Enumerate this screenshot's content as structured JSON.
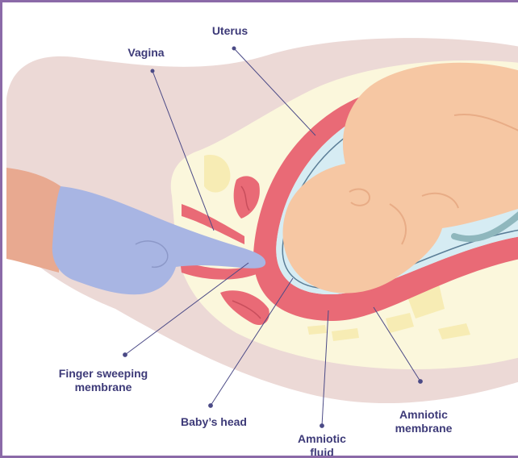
{
  "labels": {
    "uterus": "Uterus",
    "vagina": "Vagina",
    "finger": "Finger sweeping\nmembrane",
    "head": "Baby’s head",
    "fluid": "Amniotic\nfluid",
    "membrane": "Amniotic\nmembrane"
  },
  "colors": {
    "frame": "#8b6aa8",
    "label_text": "#3d3a78",
    "leader_line": "#4b4a86",
    "skin_outer": "#ecd9d6",
    "tissue": "#fbf7dc",
    "uterine_wall": "#e96a76",
    "amniotic_fluid": "#d6ecf3",
    "baby_skin": "#f6c7a3",
    "glove": "#a8b5e3",
    "arm": "#e8a990",
    "cord": "#8fb7bd"
  }
}
